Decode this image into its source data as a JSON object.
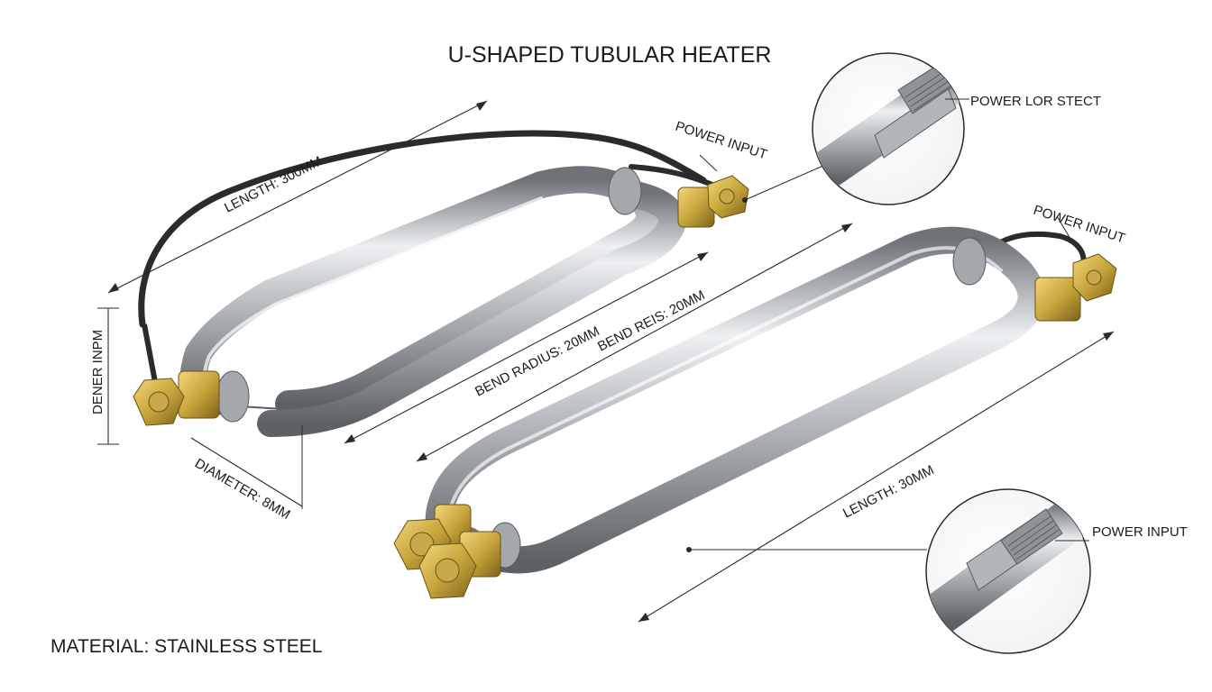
{
  "title": "U-SHAPED TUBULAR HEATER",
  "material": "MATERIAL: STAINLESS STEEL",
  "heater_1": {
    "length_label": "LENGTH: 300MM",
    "bend_label": "BEND RADIUS: 20MM",
    "diameter_label": "DIAMETER: 8MM",
    "height_label": "DENER INPM",
    "power_label": "POWER INPUT"
  },
  "heater_2": {
    "length_label": "LENGTH: 30MM",
    "bend_label": "BEND REIS: 20MM",
    "power_label": "POWER INPUT"
  },
  "detail_top": {
    "label": "POWER LOR STECT"
  },
  "detail_bottom": {
    "label": "POWER INPUT"
  },
  "colors": {
    "tube": "#b9bcc0",
    "tube_highlight": "#eef0f2",
    "tube_shadow": "#6f7378",
    "brass": "#b8962e",
    "brass_light": "#f1d77a",
    "cable": "#2b2b2b"
  }
}
